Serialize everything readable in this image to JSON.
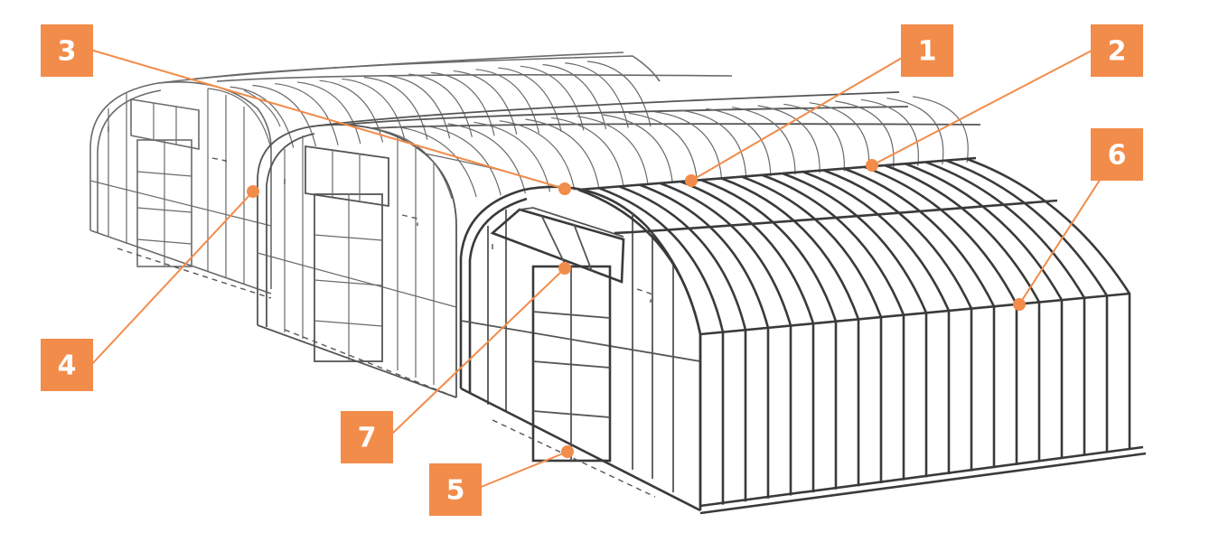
{
  "colors": {
    "accent": "#f28c4a",
    "frame": "#3a3a3a",
    "background": "#ffffff"
  },
  "callouts": [
    {
      "id": "1",
      "label": "1"
    },
    {
      "id": "2",
      "label": "2"
    },
    {
      "id": "3",
      "label": "3"
    },
    {
      "id": "4",
      "label": "4"
    },
    {
      "id": "5",
      "label": "5"
    },
    {
      "id": "6",
      "label": "6"
    },
    {
      "id": "7",
      "label": "7"
    }
  ]
}
